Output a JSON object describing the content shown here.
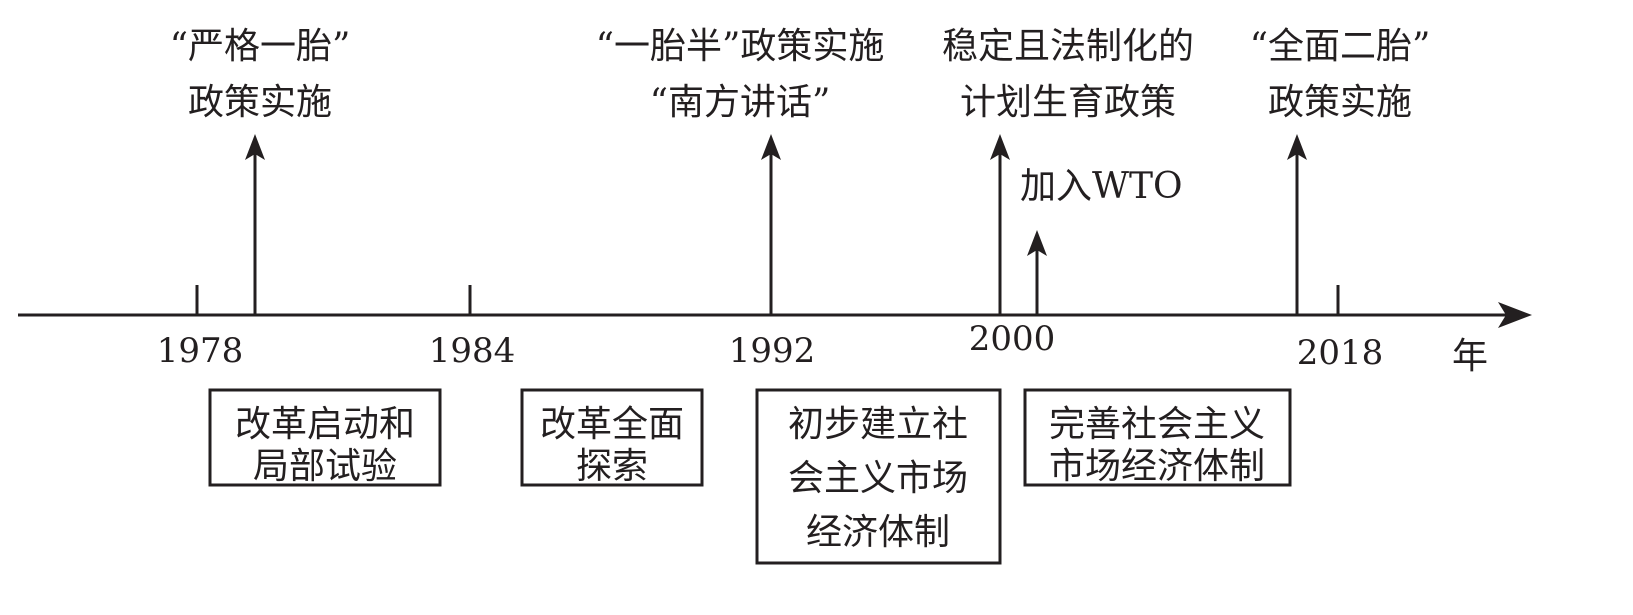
{
  "axis": {
    "unit_label": "年"
  },
  "years": [
    "1978",
    "1984",
    "1992",
    "2000",
    "2018"
  ],
  "events": [
    {
      "line1": "“严格一胎”",
      "line2": "政策实施"
    },
    {
      "line1": "“一胎半”政策实施",
      "line2": "“南方讲话”"
    },
    {
      "line1": "稳定且法制化的",
      "line2": "计划生育政策"
    },
    {
      "line1": "加入WTO"
    },
    {
      "line1": "“全面二胎”",
      "line2": "政策实施"
    }
  ],
  "stages": [
    {
      "lines": [
        "改革启动和",
        "局部试验"
      ]
    },
    {
      "lines": [
        "改革全面",
        "探索"
      ]
    },
    {
      "lines": [
        "初步建立社",
        "会主义市场",
        "经济体制"
      ]
    },
    {
      "lines": [
        "完善社会主义",
        "市场经济体制"
      ]
    }
  ],
  "colors": {
    "ink": "#231f20"
  }
}
